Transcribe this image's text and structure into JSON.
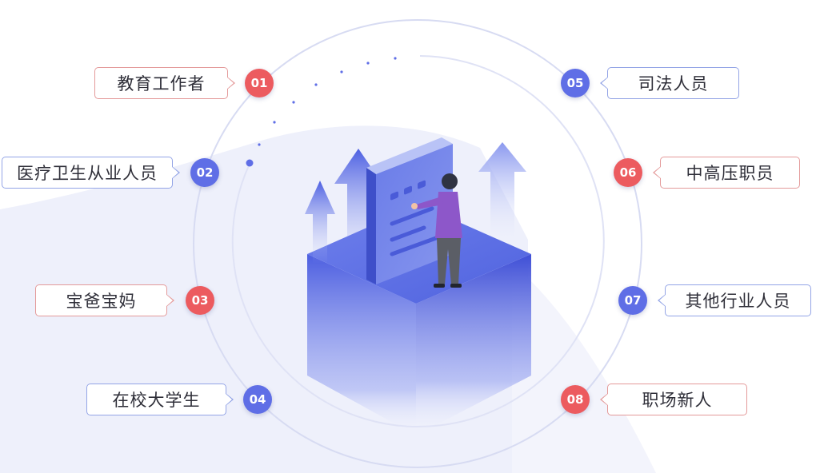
{
  "categories": [
    {
      "number": "01",
      "label": "教育工作者",
      "color": "red"
    },
    {
      "number": "02",
      "label": "医疗卫生从业人员",
      "color": "blue"
    },
    {
      "number": "03",
      "label": "宝爸宝妈",
      "color": "red"
    },
    {
      "number": "04",
      "label": "在校大学生",
      "color": "blue"
    },
    {
      "number": "05",
      "label": "司法人员",
      "color": "blue"
    },
    {
      "number": "06",
      "label": "中高压职员",
      "color": "red"
    },
    {
      "number": "07",
      "label": "其他行业人员",
      "color": "blue"
    },
    {
      "number": "08",
      "label": "职场新人",
      "color": "red"
    }
  ],
  "colors": {
    "red": "#ec5b5f",
    "blue": "#5f6ee6",
    "cube_top": "#5b6fe4",
    "ring": "#d8dcf2"
  },
  "illustration": {
    "subject": "person-reading-book-on-cube-icon",
    "arrows": "up-arrow-icon"
  }
}
